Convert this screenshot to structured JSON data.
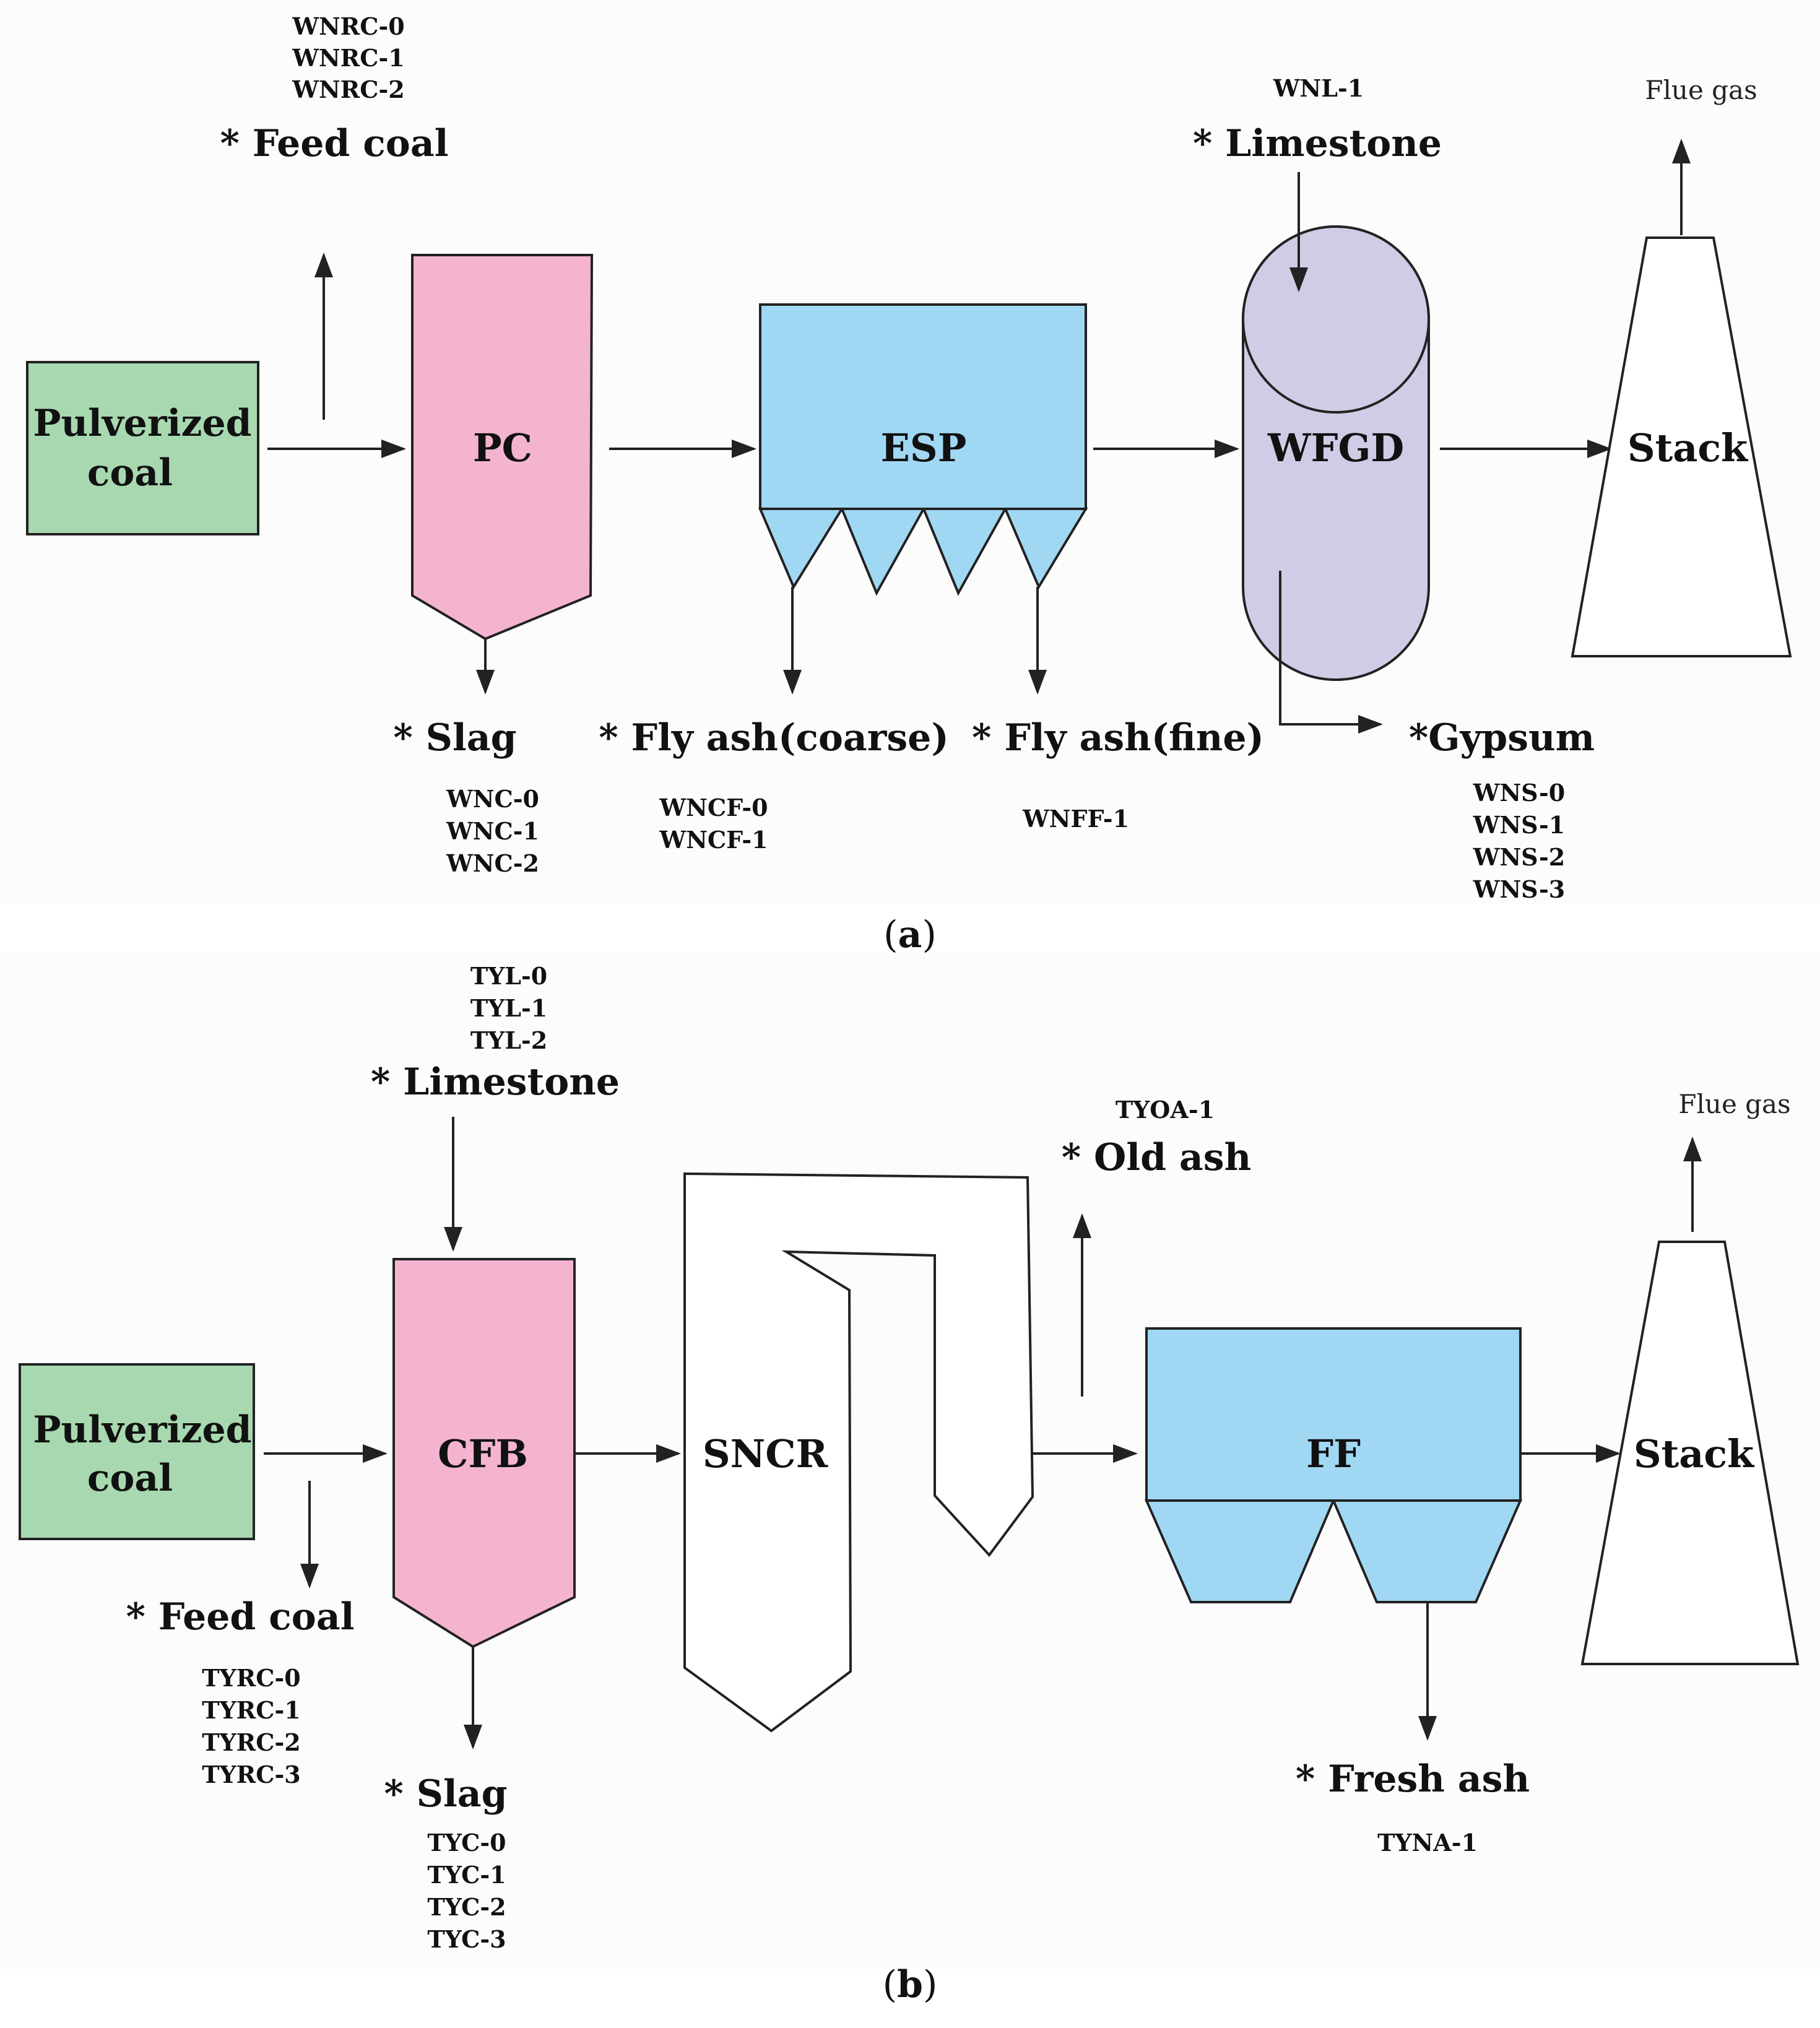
{
  "colors": {
    "coal_box": "#a8d8b0",
    "boiler": "#f4b4d0",
    "collector": "#a0d8f4",
    "wfgd": "#d0cce6",
    "panel_bg": "#fcfcfc"
  },
  "panel_a": {
    "caption_open": "(",
    "caption_letter": "a",
    "caption_close": ")",
    "pulverized_coal": [
      "Pulverized",
      "coal"
    ],
    "pc": "PC",
    "esp": "ESP",
    "wfgd": "WFGD",
    "stack": "Stack",
    "flue_gas": "Flue gas",
    "feed_coal": "* Feed  coal",
    "feed_coal_codes": [
      "WNRC-0",
      "WNRC-1",
      "WNRC-2"
    ],
    "limestone": "* Limestone",
    "limestone_codes": [
      "WNL-1"
    ],
    "slag": "* Slag",
    "slag_codes": [
      "WNC-0",
      "WNC-1",
      "WNC-2"
    ],
    "fly_ash_coarse": "* Fly ash(coarse)",
    "fly_ash_coarse_codes": [
      "WNCF-0",
      "WNCF-1"
    ],
    "fly_ash_fine": "* Fly ash(fine)",
    "fly_ash_fine_codes": [
      "WNFF-1"
    ],
    "gypsum": "*Gypsum",
    "gypsum_codes": [
      "WNS-0",
      "WNS-1",
      "WNS-2",
      "WNS-3"
    ]
  },
  "panel_b": {
    "caption_open": "(",
    "caption_letter": "b",
    "caption_close": ")",
    "pulverized_coal": [
      "Pulverized",
      "coal"
    ],
    "cfb": "CFB",
    "sncr": "SNCR",
    "ff": "FF",
    "stack": "Stack",
    "flue_gas": "Flue gas",
    "limestone": "* Limestone",
    "limestone_codes": [
      "TYL-0",
      "TYL-1",
      "TYL-2"
    ],
    "feed_coal": "* Feed  coal",
    "feed_coal_codes": [
      "TYRC-0",
      "TYRC-1",
      "TYRC-2",
      "TYRC-3"
    ],
    "slag": "* Slag",
    "slag_codes": [
      "TYC-0",
      "TYC-1",
      "TYC-2",
      "TYC-3"
    ],
    "old_ash": "* Old ash",
    "old_ash_codes": [
      "TYOA-1"
    ],
    "fresh_ash": "* Fresh ash",
    "fresh_ash_codes": [
      "TYNA-1"
    ]
  }
}
